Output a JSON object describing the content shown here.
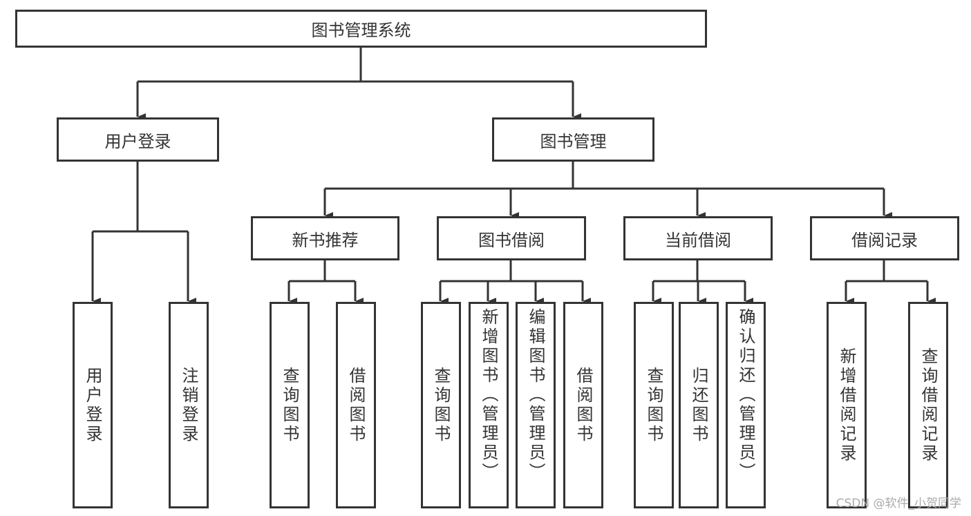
{
  "root": "图书管理系统",
  "level1": [
    "用户登录",
    "图书管理"
  ],
  "login_children": [
    "用户登录",
    "注销登录"
  ],
  "manage_children": [
    {
      "label": "新书推荐",
      "children": [
        "查询图书",
        "借阅图书"
      ]
    },
    {
      "label": "图书借阅",
      "children": [
        "查询图书",
        "新增图书（管理员）",
        "编辑图书（管理员）",
        "借阅图书"
      ]
    },
    {
      "label": "当前借阅",
      "children": [
        "查询图书",
        "归还图书",
        "确认归还（管理员）"
      ]
    },
    {
      "label": "借阅记录",
      "children": [
        "新增借阅记录",
        "查询借阅记录"
      ]
    }
  ],
  "watermark": "CSDN @软件_小贺同学",
  "colors": {
    "stroke": "#333333",
    "background": "#ffffff"
  }
}
